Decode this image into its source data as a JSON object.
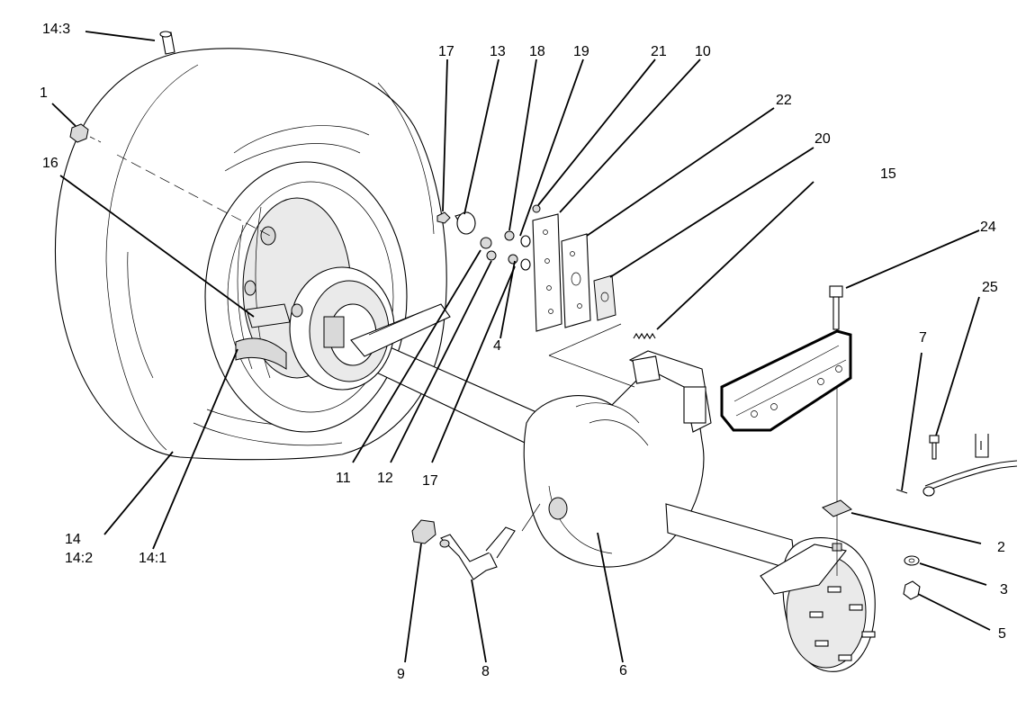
{
  "callouts": {
    "c14_3": "14:3",
    "c1": "1",
    "c16": "16",
    "c17a": "17",
    "c13": "13",
    "c18": "18",
    "c19": "19",
    "c21": "21",
    "c10": "10",
    "c22": "22",
    "c20": "20",
    "c15": "15",
    "c24": "24",
    "c25": "25",
    "c7": "7",
    "c4": "4",
    "c11": "11",
    "c12": "12",
    "c17b": "17",
    "c14": "14",
    "c14_2": "14:2",
    "c14_1": "14:1",
    "c2": "2",
    "c3": "3",
    "c5": "5",
    "c9": "9",
    "c8": "8",
    "c6": "6"
  }
}
